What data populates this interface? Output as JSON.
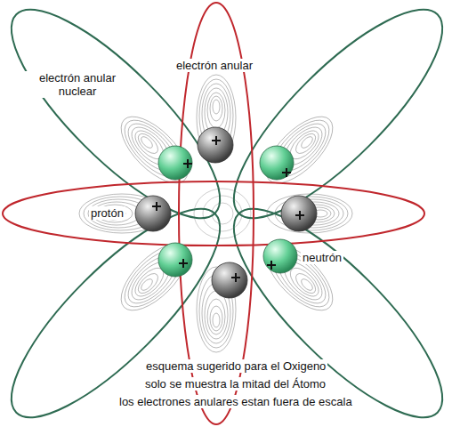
{
  "diagram": {
    "labels": [
      "electrón anular nuclear",
      "electrón anular",
      "protón",
      "neutrón",
      "esquema sugerido para el Oxigeno",
      "solo se muestra la mitad del Átomo",
      "los electrones anulares estan fuera de escala"
    ]
  }
}
